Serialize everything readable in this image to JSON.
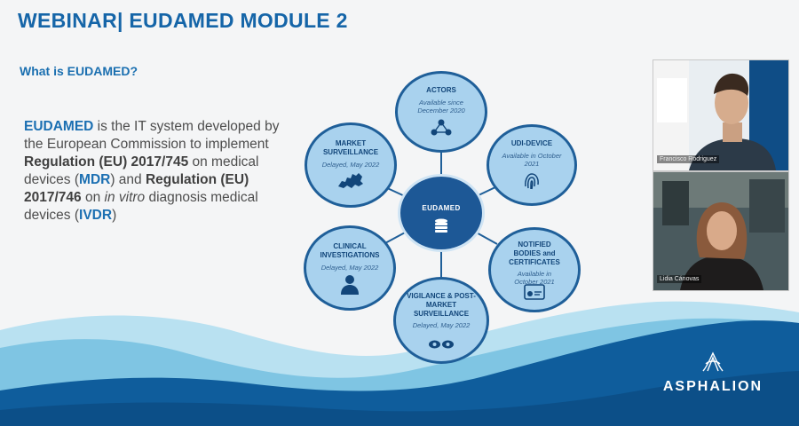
{
  "header": {
    "title": "WEBINAR| EUDAMED MODULE 2"
  },
  "section": {
    "subtitle": "What is EUDAMED?"
  },
  "description": {
    "p1": "EUDAMED",
    "p2": " is the IT system developed by the European Commission to implement ",
    "p3": "Regulation (EU) 2017/745",
    "p4": " on medical devices (",
    "p5": "MDR",
    "p6": ") and ",
    "p7": "Regulation (EU) 2017/746",
    "p8": " on ",
    "p9": "in vitro",
    "p10": " diagnosis medical devices (",
    "p11": "IVDR",
    "p12": ")"
  },
  "diagram": {
    "center": {
      "label": "EUDAMED",
      "icon": "database-icon"
    },
    "modules": [
      {
        "label": "ACTORS",
        "note": "Available since December 2020",
        "icon": "network-icon"
      },
      {
        "label": "UDI-DEVICE",
        "note": "Available in October 2021",
        "icon": "fingerprint-icon"
      },
      {
        "label": "NOTIFIED BODIES and CERTIFICATES",
        "note": "Available in October 2021",
        "icon": "certificate-icon"
      },
      {
        "label": "VIGILANCE & POST-MARKET SURVEILLANCE",
        "note": "Delayed, May 2022",
        "icon": "eyes-icon"
      },
      {
        "label": "CLINICAL INVESTIGATIONS",
        "note": "Delayed, May 2022",
        "icon": "person-icon"
      },
      {
        "label": "MARKET SURVEILLANCE",
        "note": "Delayed, May 2022",
        "icon": "europe-map-icon"
      }
    ],
    "colors": {
      "fill": "#a9d2ee",
      "border": "#1f5f99",
      "center": "#1d5896"
    }
  },
  "participants": [
    {
      "name": "Francisco Rodriguez"
    },
    {
      "name": "Lidia Cánovas"
    }
  ],
  "brand": {
    "logo_text": "ASPHALION"
  }
}
